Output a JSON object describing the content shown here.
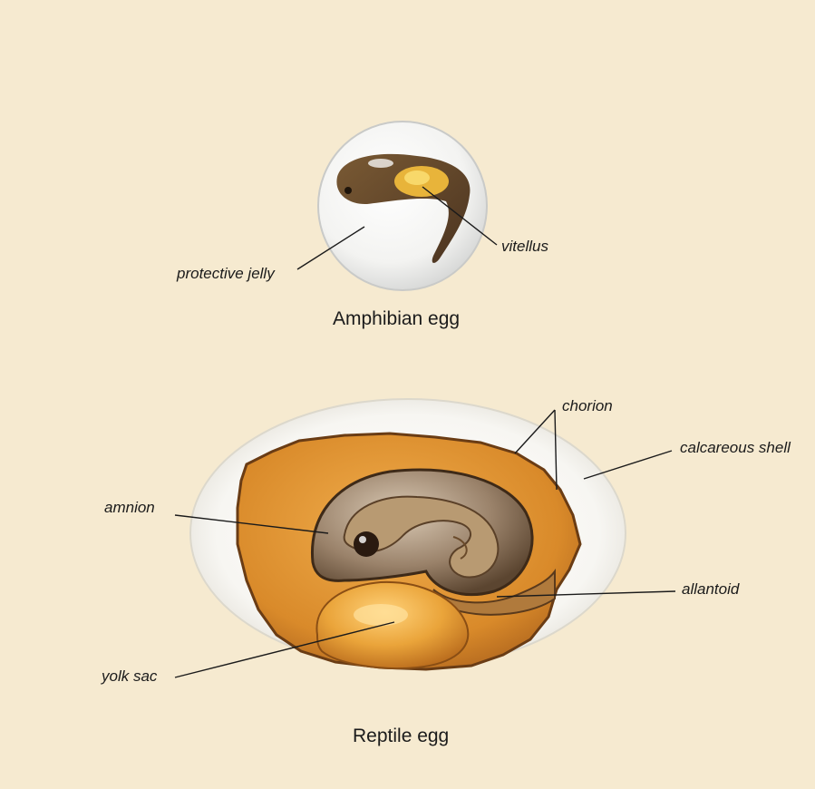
{
  "amphibian": {
    "caption": "Amphibian egg",
    "labels": {
      "vitellus": "vitellus",
      "protective_jelly": "protective jelly"
    }
  },
  "reptile": {
    "caption": "Reptile egg",
    "labels": {
      "chorion": "chorion",
      "calcareous_shell": "calcareous shell",
      "amnion": "amnion",
      "allantoid": "allantoid",
      "yolk_sac": "yolk sac"
    }
  },
  "colors": {
    "background": "#f6ead0",
    "shell": "#ffffff",
    "membrane": "#d98a2a",
    "yolk": "#e9a53a",
    "embryo": "#6b4a2a",
    "leader_line": "#1b1b1b"
  }
}
